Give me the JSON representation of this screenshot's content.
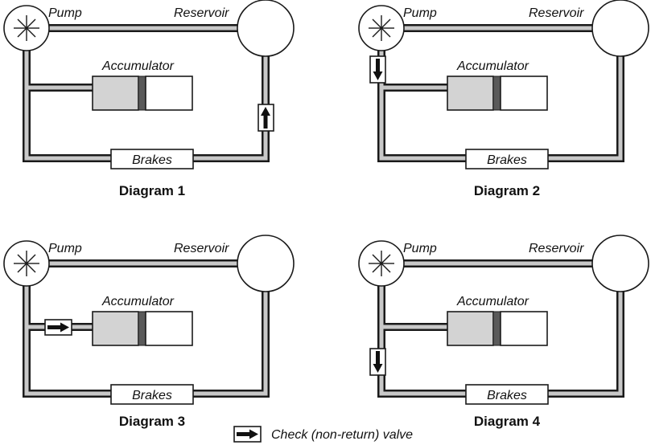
{
  "labels": {
    "pump": "Pump",
    "reservoir": "Reservoir",
    "accumulator": "Accumulator",
    "brakes": "Brakes"
  },
  "diagrams": [
    {
      "caption": "Diagram 1"
    },
    {
      "caption": "Diagram 2"
    },
    {
      "caption": "Diagram 3"
    },
    {
      "caption": "Diagram 4"
    }
  ],
  "legend": {
    "text": "Check (non-return) valve"
  },
  "colors": {
    "pipe_fill": "#c8c8c8",
    "outline": "#1a1a1a",
    "accumulator_fluid": "#d3d3d3",
    "piston": "#5a5a5a"
  }
}
